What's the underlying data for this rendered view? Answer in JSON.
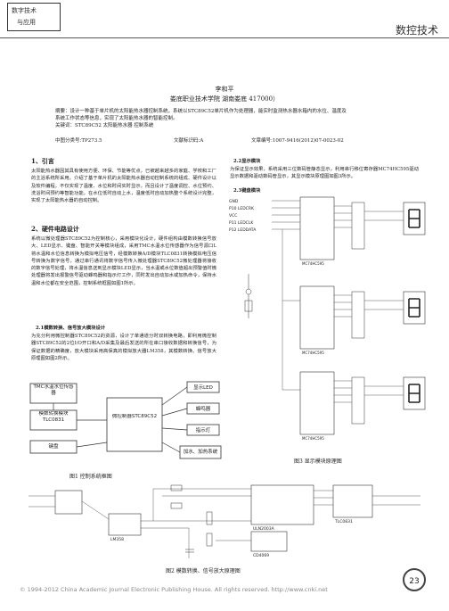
{
  "header": {
    "logo_line1": "数字技术",
    "logo_line2": "与应用",
    "section_title": "数控技术"
  },
  "article": {
    "author": "李和平",
    "affiliation": "娄底职业技术学院 湖南娄底 417000）",
    "abstract_line1": "摘要：设计一种基于单片机的太阳能热水器控制系统，系统以STC89C52单片机作为处理器，能实时监测热水器水箱内的水位、温度及",
    "abstract_line2": "系统工作状态等信息，实现了太阳能热水器的智能控制。",
    "keywords": "关键词：STC89C52 太阳能热水器 控制系统",
    "clc": "中图分类号:TP273.5",
    "doc_code": "文献标识码:A",
    "article_id": "文章编号:1007-9416(2012)07-0023-02"
  },
  "sections": {
    "s1_heading": "1、引言",
    "s1_body": "太阳能热水器因其具有使用方便、环保、节能等优点，已被越来越多的家庭、学校和工厂的主浴系统所采用。介绍了基于单片机的太阳能热水器自动控制系统的组成、硬件设计以及软件编程，不仅实现了温度、水位和时间实时显示，而且设计了温度调控、水位预约、洗浴时间预约等智能功能，在水位低时自动上水，温度低时自动加热整个系统设计完整，实现了太阳能热水器的自动控制。",
    "s2_heading": "2、硬件电路设计",
    "s2_body": "系统以微处理器STC89C52为控制核心，采用模块化设计，硬件组构由模数转换信号放大、LED显示、键盘、智能开关等模块组成，采用TMC水温水位传感器作为信号源口L将水温和水位信息转换为模拟电压信号，经模数转换A/D模块TLC0831转换模拟电压信号转换为数字信号，通过串行通讯将数字信号传入微处理器STC89C52微处理器将接收的数字信号处理，将水温信息送到显示模块LED显示，当水温或水位数值超出预警值时微处理器将发出报警信号驱动蜂鸣器和指示灯工作，同时发出自动加水或加热命令，保持水温和水位都在安全范围，控制系统框图如图1所示。",
    "s21_heading": "2.1模数转换、信号放大模块设计",
    "s21_body": "为充分利用微控制器STC89C52的资源，设计了单通道分时双转换电路，即利用微控制器STC89C52的2位I/O开口和A/D采集及最后发送的所在串口接收数据和转换信号，为保证数据的精确度，放大模块采用高保真的模拟放大器LM358，其模数转换、信号放大原理图如图2所示。",
    "s22_heading": "2.2显示模块",
    "s22_body": "为保证显示效果，系统采用三位数码管静态显示，利用串行移位寄存器MC74HC595驱动显示数据和驱动数码管显示，其显示模块原理图如图3所示。",
    "s23_heading": "2.3键盘模块"
  },
  "figure1": {
    "caption": "图1 控制系统框图",
    "sensor": "TMC水温水位传感器",
    "adc": "模数转换模块TLC0831",
    "keyboard": "键盘",
    "mcu": "微控制器STC89C52",
    "display": "显示LED",
    "buzzer": "蜂鸣器",
    "indicator": "指示灯",
    "actuator": "加水、加热系统"
  },
  "figure2": {
    "caption": "图2 模数转换、信号放大原理图",
    "chip_adc": "TLC0831",
    "chip_amp": "LM358",
    "chip_driver": "ULN2003A",
    "chip_buffer": "CD4069"
  },
  "figure3": {
    "caption": "图3 显示模块原理图",
    "chip": "MC74HC595",
    "net_gnd": "GND",
    "net_vcc": "VCC",
    "net_p10": "P10 LEDCRK",
    "net_p11": "P11 LEDCLK",
    "net_p12": "P12 LEDDATA"
  },
  "footer": {
    "copyright": "© 1994-2012 China Academic Journal Electronic Publishing House. All rights reserved.   http://www.cnki.net",
    "page_number": "23"
  }
}
